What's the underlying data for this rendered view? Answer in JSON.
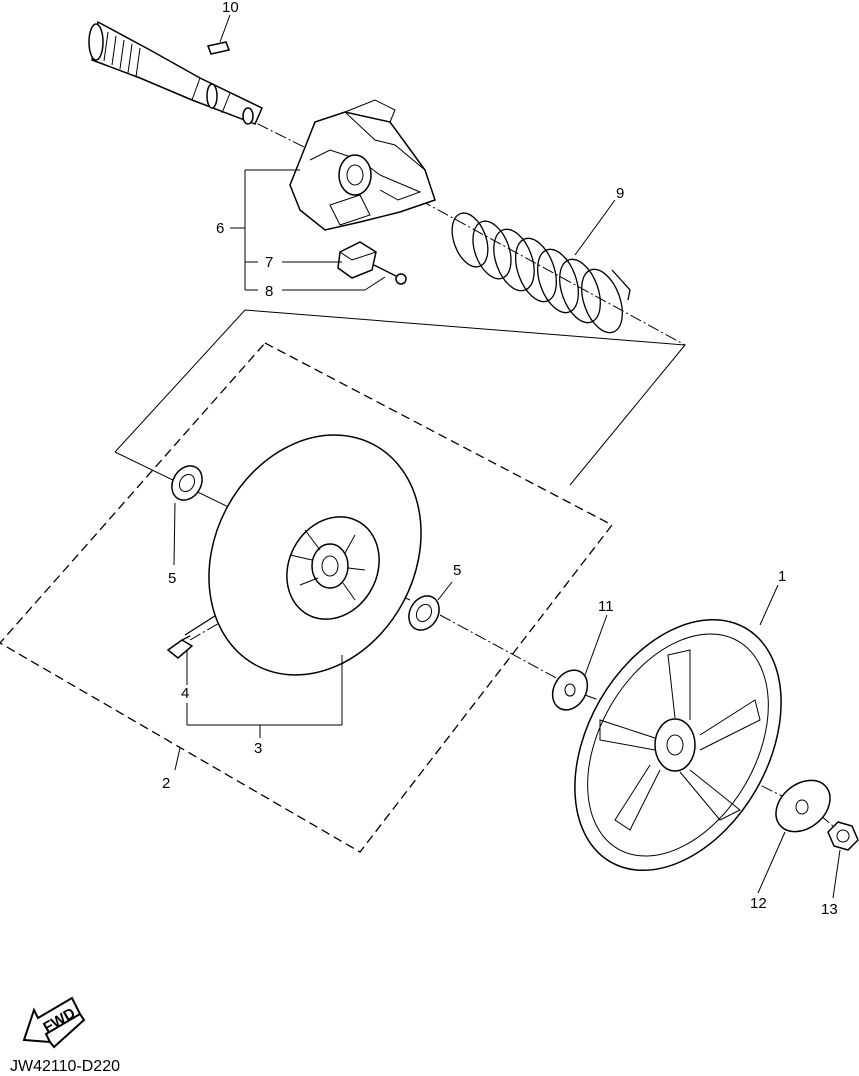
{
  "callouts": {
    "c1": "1",
    "c2": "2",
    "c3": "3",
    "c4": "4",
    "c5a": "5",
    "c5b": "5",
    "c6": "6",
    "c7": "7",
    "c8": "8",
    "c9": "9",
    "c10": "10",
    "c11": "11",
    "c12": "12",
    "c13": "13"
  },
  "fwd_label": "FWD",
  "diagram_code": "JW42110-D220"
}
